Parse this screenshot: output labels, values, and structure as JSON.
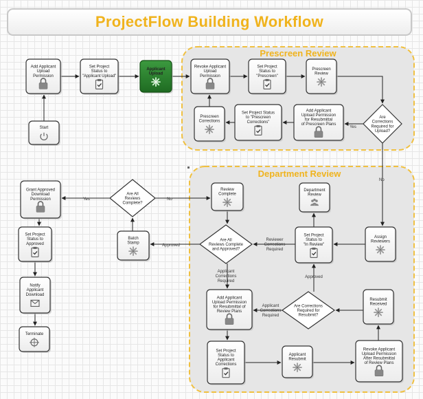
{
  "title": "ProjectFlow Building Workflow",
  "groups": {
    "prescreen": "Prescreen Review",
    "department": "Department Review"
  },
  "nodes": {
    "add_applicant_upload": [
      "Add Applicant",
      "Upload",
      "Permission"
    ],
    "set_status_applicant_upload": [
      "Set Project",
      "Status to",
      "\"Applicant Upload\""
    ],
    "applicant_upload": [
      "Applicant",
      "Upload"
    ],
    "start": [
      "Start"
    ],
    "revoke_applicant_upload": [
      "Revoke Applicant",
      "Upload",
      "Permission"
    ],
    "set_status_prescreen": [
      "Set Project",
      "Status to",
      "\"Prescreen\""
    ],
    "prescreen_review": [
      "Prescreen",
      "Review"
    ],
    "prescreen_corrections": [
      "Prescreen",
      "Corrections"
    ],
    "set_status_prescreen_corrections": [
      "Set Project Status",
      "to \"Prescreen",
      "Corrections\""
    ],
    "add_upload_resubmittal_prescreen": [
      "Add Applicant",
      "Upload Permission",
      "for Resubmittal",
      "of Prescreen Plans"
    ],
    "corrections_required_upload": [
      "Are",
      "Corrections",
      "Required for",
      "Upload?"
    ],
    "grant_approved_download": [
      "Grant Approved",
      "Download",
      "Permission"
    ],
    "all_reviews_complete": [
      "Are All",
      "Reviews",
      "Complete?"
    ],
    "review_complete": [
      "Review",
      "Complete"
    ],
    "department_review": [
      "Department",
      "Review"
    ],
    "set_status_approved": [
      "Set Project",
      "Status to",
      "Approved"
    ],
    "batch_stamp": [
      "Batch",
      "Stamp"
    ],
    "all_reviews_complete_approved": [
      "Are All",
      "Reviews Complete",
      "and Approved?"
    ],
    "set_status_in_review": [
      "Set Project",
      "Status to",
      "\"In Review\""
    ],
    "assign_reviewers": [
      "Assign",
      "Reviewers"
    ],
    "notify_applicant_download": [
      "Notify",
      "Applicant",
      "Download"
    ],
    "add_upload_resubmittal_review": [
      "Add Applicant",
      "Upload Permission",
      "for Resubmittal of",
      "Review Plans"
    ],
    "corrections_required_resubmit": [
      "Are Corrections",
      "Required for",
      "Resubmit?"
    ],
    "resubmit_received": [
      "Resubmit",
      "Received"
    ],
    "terminate": [
      "Terminate"
    ],
    "set_status_applicant_corrections": [
      "Set Project",
      "Status to",
      "Applicant",
      "Corrections"
    ],
    "applicant_resubmit": [
      "Applicant",
      "Resubmit"
    ],
    "revoke_upload_after_resubmittal": [
      "Revoke Applicant",
      "Upload Permission",
      "After Resubmittal",
      "of Review Plans"
    ]
  },
  "edge_labels": {
    "yes_prescreen": "Yes",
    "no_prescreen": "No",
    "yes_all_complete": "Yes",
    "no_all_complete": "No",
    "approved_batch": "Approved",
    "reviewer_corrections": [
      "Reviewer",
      "Corrections",
      "Required"
    ],
    "applicant_corrections_left": [
      "Applicant",
      "Corrections",
      "Required"
    ],
    "applicant_corrections_mid": [
      "Applicant",
      "Corrections",
      "Required"
    ],
    "approved_in_review": "Approved"
  },
  "colors": {
    "title": "#f0b31d",
    "group_border": "#f0c040",
    "group_fill": "#e6e6e6",
    "node_border": "#333333",
    "highlight": "#2e7d32"
  }
}
